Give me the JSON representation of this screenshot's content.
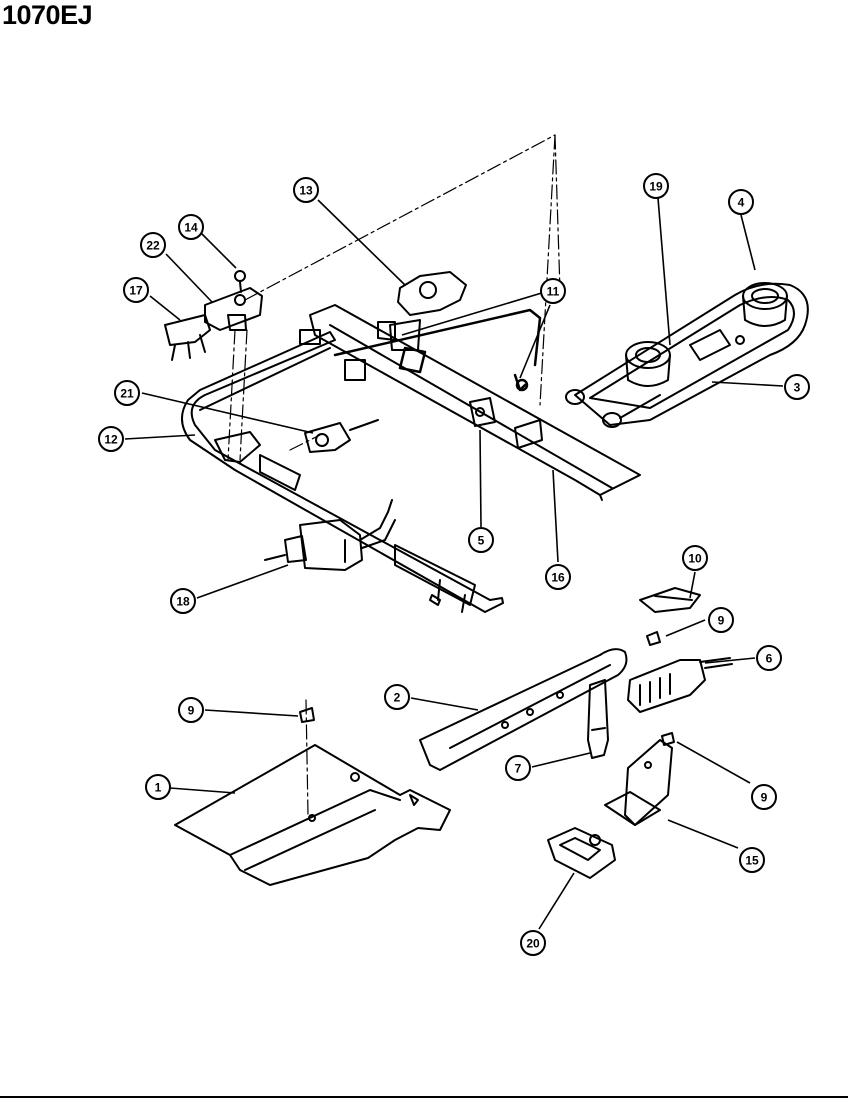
{
  "model_number": "1070EJ",
  "callouts": [
    {
      "part": "1",
      "label": "1"
    },
    {
      "part": "2",
      "label": "2"
    },
    {
      "part": "3",
      "label": "3"
    },
    {
      "part": "4",
      "label": "4"
    },
    {
      "part": "5",
      "label": "5"
    },
    {
      "part": "6",
      "label": "6"
    },
    {
      "part": "7",
      "label": "7"
    },
    {
      "part": "9",
      "label": "9"
    },
    {
      "part": "9",
      "label": "9"
    },
    {
      "part": "9",
      "label": "9"
    },
    {
      "part": "10",
      "label": "10"
    },
    {
      "part": "11",
      "label": "11"
    },
    {
      "part": "12",
      "label": "12"
    },
    {
      "part": "13",
      "label": "13"
    },
    {
      "part": "14",
      "label": "14"
    },
    {
      "part": "15",
      "label": "15"
    },
    {
      "part": "16",
      "label": "16"
    },
    {
      "part": "17",
      "label": "17"
    },
    {
      "part": "18",
      "label": "18"
    },
    {
      "part": "19",
      "label": "19"
    },
    {
      "part": "20",
      "label": "20"
    },
    {
      "part": "21",
      "label": "21"
    },
    {
      "part": "22",
      "label": "22"
    }
  ]
}
